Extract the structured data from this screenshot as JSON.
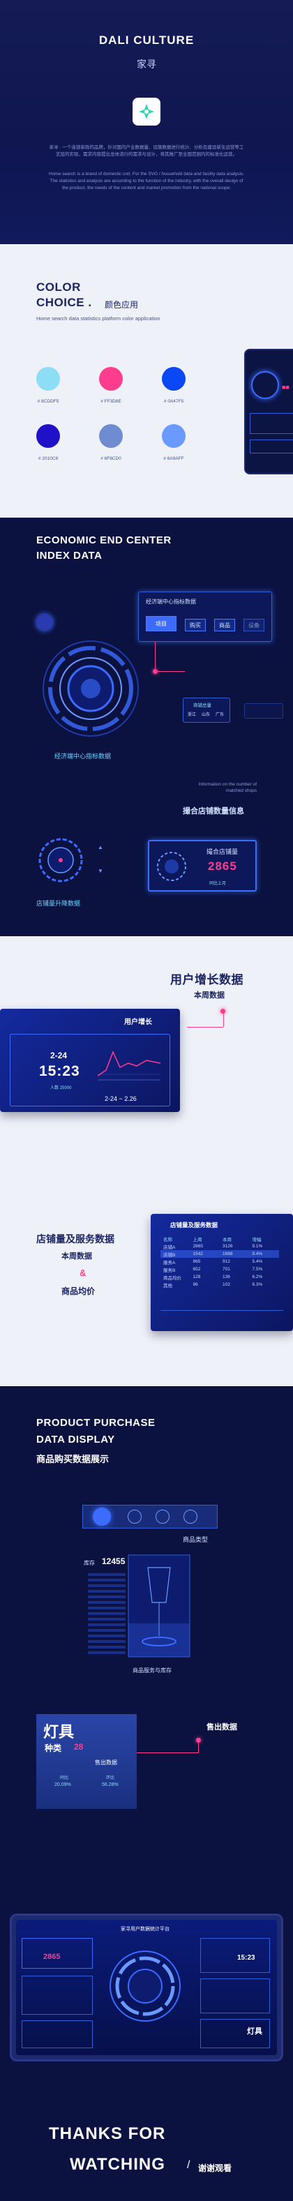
{
  "hero": {
    "title": "DALI CULTURE",
    "subtitle": "家寻",
    "paragraph_cn": "家寻 · 一个连锁家政的品牌，针对国内户业数据量、设施数据进行统计、分析及建设新生运营等工艺层的实现，需求内容提出总体流行的需求与设计，将其推广至全国范围内的标准化运营。",
    "paragraph_en": "Home search is a brand of domestic unit. For the SVG / household data and facility data analysis. The statistics and analysis are according to the function of the industry, with the overall design of the product, the needs of the content and market promotion from the national scope."
  },
  "color": {
    "heading_line1": "COLOR",
    "heading_line2": "CHOICE .",
    "heading_cn": "颜色应用",
    "sub": "Home search data statistics platform color application",
    "swatches": [
      {
        "hex": "#8CDDF5",
        "label": "# 8CDDF5"
      },
      {
        "hex": "#FF3D8E",
        "label": "# FF3D8E"
      },
      {
        "hex": "#0A47F5",
        "label": "# 0A47F5"
      },
      {
        "hex": "#2010C8",
        "label": "# 2010C8"
      },
      {
        "hex": "#6F8CD0",
        "label": "# 6F8CD0"
      },
      {
        "hex": "#6A9AFF",
        "label": "# 6A9AFF"
      }
    ]
  },
  "index": {
    "heading_line1": "ECONOMIC END CENTER",
    "heading_line2": "INDEX DATA",
    "panel_title": "经济端中心指标数据",
    "tabs": [
      "项目",
      "购买",
      "商品",
      "设备"
    ],
    "dial_caption": "经济端中心指标数据",
    "side_label": "商铺总量",
    "side_tags": [
      "浙江",
      "山东",
      "广东"
    ],
    "stores_en": "Information on the number of matched shops",
    "stores_cn": "撮合店铺数量信息",
    "upgrade_caption": "店铺量升降数据",
    "match_title": "撮合店铺量",
    "match_value": "2865",
    "match_foot": "同比上月"
  },
  "user": {
    "heading": "用户增长数据",
    "sub": "本周数据",
    "card_title": "用户增长",
    "date": "2-24",
    "time": "15:23",
    "small": "人数 25000",
    "range": "2-24 ~ 2.26",
    "store_heading_1": "店铺量及服务数据",
    "store_heading_2": "本周数据",
    "amp": "&",
    "store_heading_3": "商品均价",
    "tbl_title": "店铺量及服务数据",
    "tbl_cols": [
      "名称",
      "上周",
      "本周",
      "增幅"
    ],
    "tbl_rows": [
      [
        "店铺A",
        "2865",
        "3126",
        "9.1%"
      ],
      [
        "店铺B",
        "1542",
        "1688",
        "9.4%"
      ],
      [
        "服务A",
        "865",
        "912",
        "5.4%"
      ],
      [
        "服务B",
        "652",
        "701",
        "7.5%"
      ],
      [
        "商品均价",
        "128",
        "136",
        "6.2%"
      ],
      [
        "其他",
        "96",
        "102",
        "6.3%"
      ]
    ]
  },
  "purchase": {
    "heading_line1": "PRODUCT PURCHASE",
    "heading_line2": "DATA DISPLAY",
    "heading_cn": "商品购买数据展示",
    "category_label": "商品类型",
    "stock_prefix": "库存",
    "stock_value": "12455",
    "stock_caption": "商品服务与库存",
    "lamp_title": "灯具",
    "lamp_kind": "种类",
    "lamp_kind_value": "28",
    "sold_title": "售出数据",
    "sold_a_label": "同比",
    "sold_a_value": "20.09%",
    "sold_b_label": "环比",
    "sold_b_value": "56.28%",
    "sold_heading": "售出数据"
  },
  "final": {
    "screen_title": "家寻用户数据统计平台",
    "screen_value": "2865",
    "screen_time": "15:23",
    "screen_lamp": "灯具",
    "thanks_line1": "THANKS FOR",
    "thanks_line2": "WATCHING",
    "slash": "/",
    "thanks_cn": "谢谢观看"
  }
}
